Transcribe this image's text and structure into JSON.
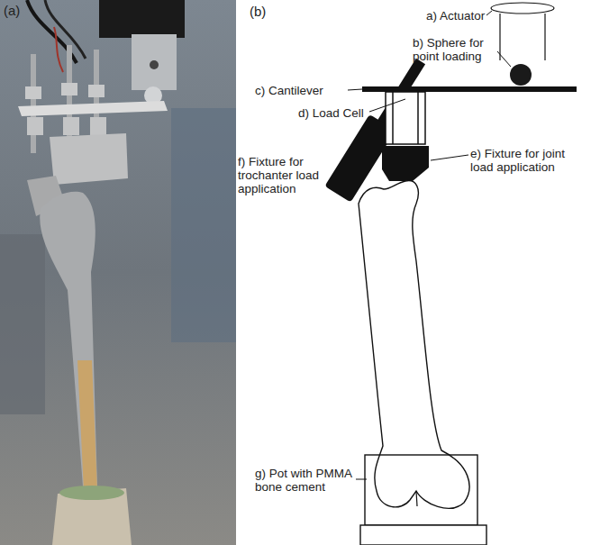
{
  "diagram": {
    "labels": [
      "(a)",
      "(b)",
      "a) Actuator",
      "b) Sphere for point loading",
      "c) Cantilever",
      "d) Load Cell",
      "e) Fixture for joint load application",
      "f) Fixture for trochanter load application",
      "g) Pot with PMMA bone cement"
    ]
  }
}
